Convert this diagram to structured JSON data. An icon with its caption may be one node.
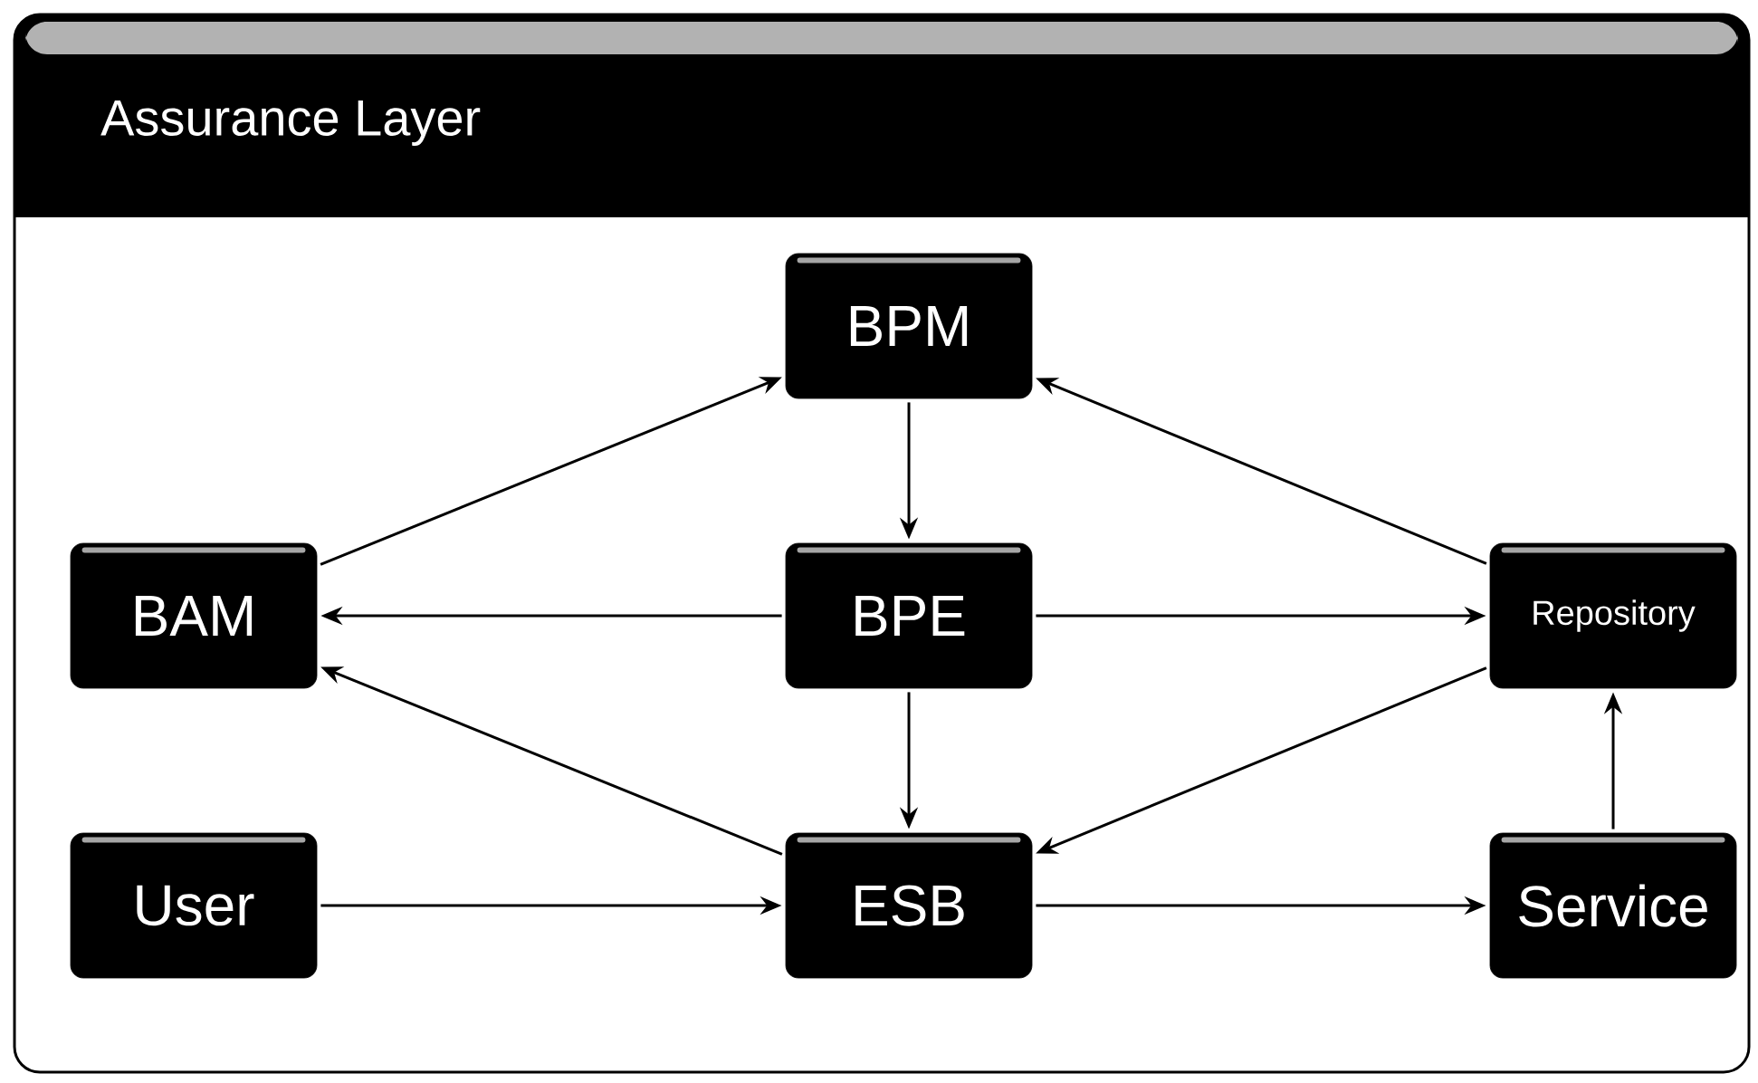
{
  "diagram": {
    "nodes": [
      {
        "text": [
          "Assurance Layer"
        ]
      },
      {
        "text": [
          "BPM"
        ],
        "in": 0
      },
      {
        "text": [
          "BAM"
        ],
        "in": 0
      },
      {
        "text": [
          "BPE"
        ],
        "in": 0
      },
      {
        "text": [
          "Repository"
        ],
        "in": 0
      },
      {
        "text": [
          "User"
        ],
        "in": 0
      },
      {
        "text": [
          "ESB"
        ],
        "in": 0
      },
      {
        "text": [
          "Service"
        ],
        "in": 0
      }
    ],
    "edges": [
      {
        "from": 2,
        "to": 1,
        "arrow": "to"
      },
      {
        "from": 4,
        "to": 1,
        "arrow": "to"
      },
      {
        "from": 1,
        "to": 3,
        "arrow": "to"
      },
      {
        "from": 3,
        "to": 2,
        "arrow": "to"
      },
      {
        "from": 3,
        "to": 4,
        "arrow": "to"
      },
      {
        "from": 3,
        "to": 6,
        "arrow": "to"
      },
      {
        "from": 6,
        "to": 2,
        "arrow": "to"
      },
      {
        "from": 4,
        "to": 6,
        "arrow": "to"
      },
      {
        "from": 5,
        "to": 6,
        "arrow": "to"
      },
      {
        "from": 6,
        "to": 7,
        "arrow": "to"
      },
      {
        "from": 7,
        "to": 4,
        "arrow": "to"
      }
    ]
  }
}
